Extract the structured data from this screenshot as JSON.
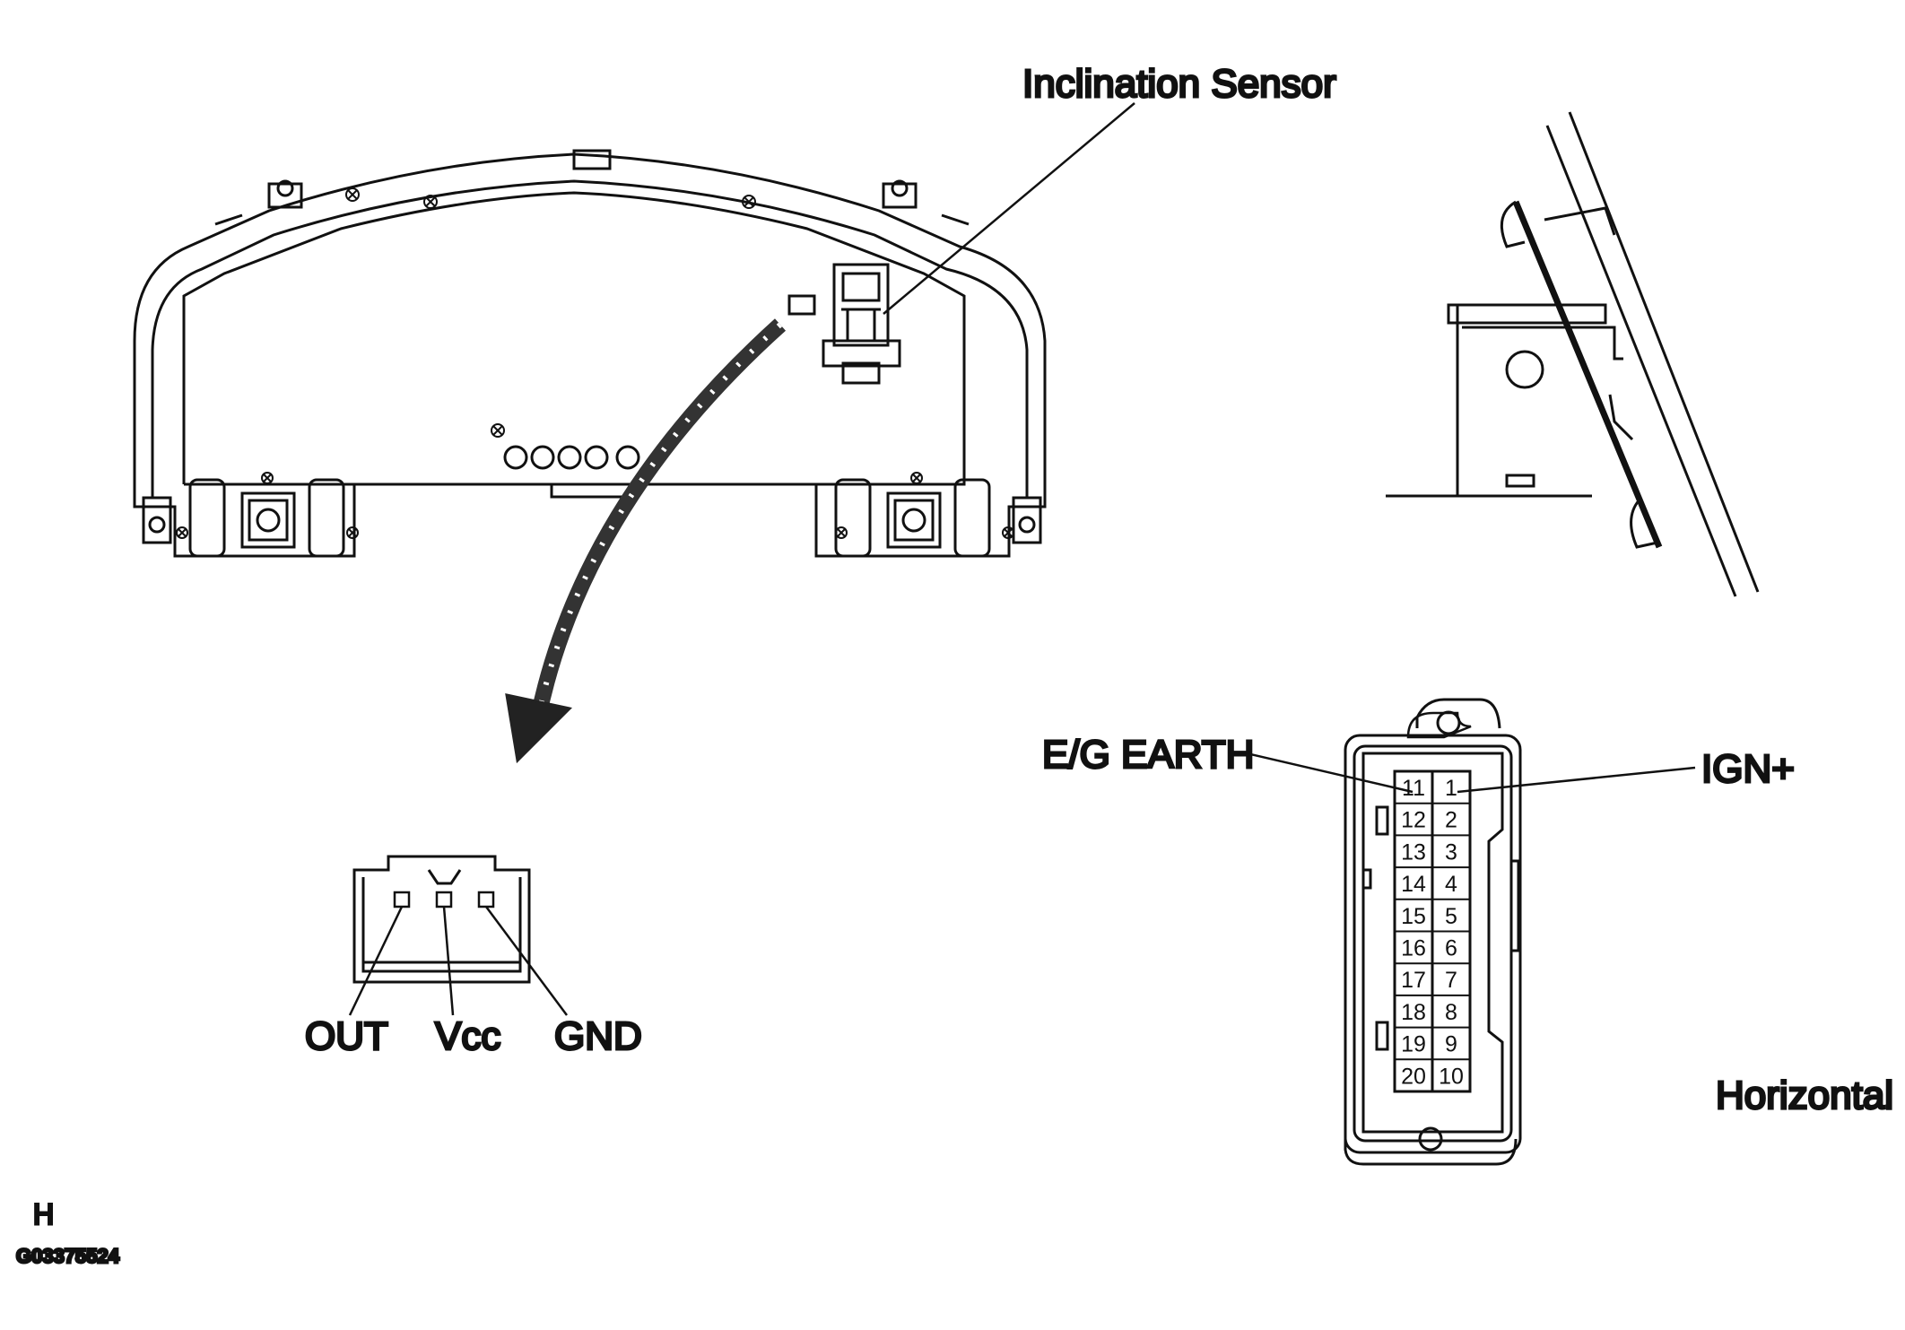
{
  "labels": {
    "inclination_sensor": "Inclination Sensor",
    "out": "OUT",
    "vcc": "Vcc",
    "gnd": "GND",
    "eg_earth": "E/G EARTH",
    "ign_plus": "IGN+",
    "horizontal": "Horizontal"
  },
  "connector_pins": {
    "left_column": [
      "11",
      "12",
      "13",
      "14",
      "15",
      "16",
      "17",
      "18",
      "19",
      "20"
    ],
    "right_column": [
      "1",
      "2",
      "3",
      "4",
      "5",
      "6",
      "7",
      "8",
      "9",
      "10"
    ]
  },
  "footer": {
    "corner_letter": "H",
    "figure_code": "G03375524"
  }
}
